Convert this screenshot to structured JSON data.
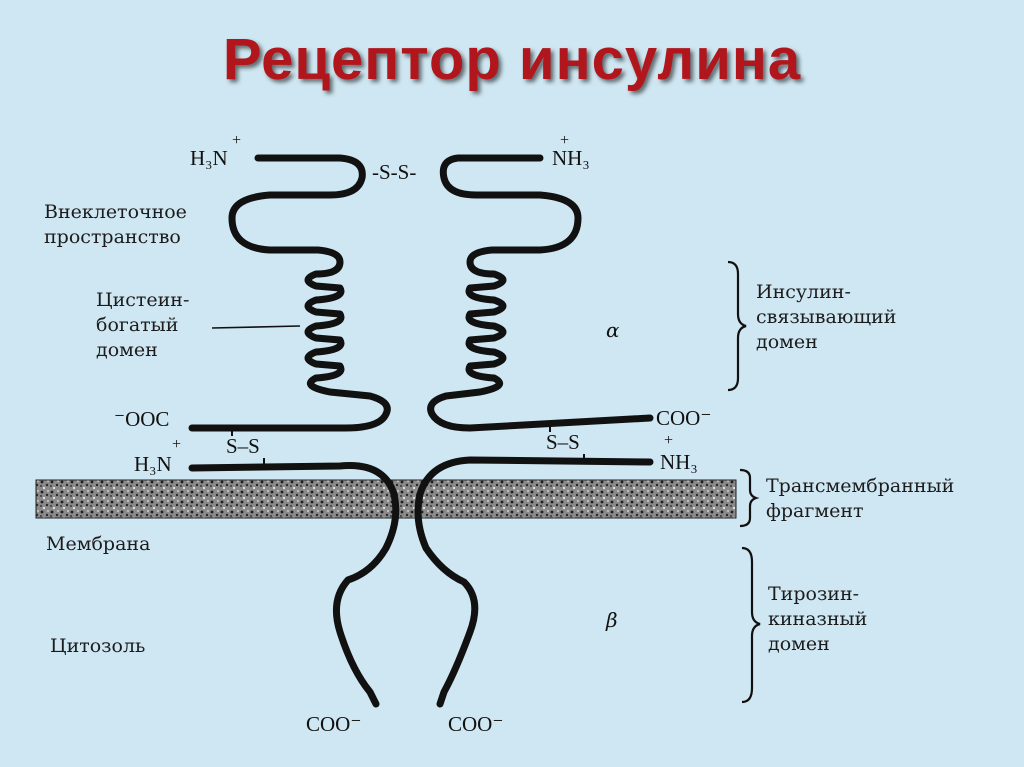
{
  "title": "Рецептор инсулина",
  "labels": {
    "extracellular_line1": "Внеклеточное",
    "extracellular_line2": "пространство",
    "cys_line1": "Цистеин-",
    "cys_line2": "богатый",
    "cys_line3": "домен",
    "membrane": "Мембрана",
    "cytosol": "Цитозоль",
    "insulin_line1": "Инсулин-",
    "insulin_line2": "связывающий",
    "insulin_line3": "домен",
    "transmembrane_line1": "Трансмембранный",
    "transmembrane_line2": "фрагмент",
    "tyrosine_line1": "Тирозин-",
    "tyrosine_line2": "киназный",
    "tyrosine_line3": "домен"
  },
  "chemistry": {
    "n_term_left_top": "H₃N",
    "n_term_right_top": "NH₃",
    "disulfide_top": "-S-S-",
    "c_term_left_mid": "⁻OOC",
    "c_term_right_mid": "COO⁻",
    "disulfide_left": "S–S",
    "disulfide_right": "S–S",
    "n_term_left_beta": "H₃N",
    "n_term_right_beta": "NH₃",
    "c_term_left_bottom": "COO⁻",
    "c_term_right_bottom": "COO⁻",
    "plus": "+"
  },
  "subunits": {
    "alpha": "α",
    "beta": "β"
  },
  "colors": {
    "background": "#cfe7f2",
    "title": "#b0161c",
    "chain": "#111111",
    "membrane": "#3a3a3a"
  }
}
